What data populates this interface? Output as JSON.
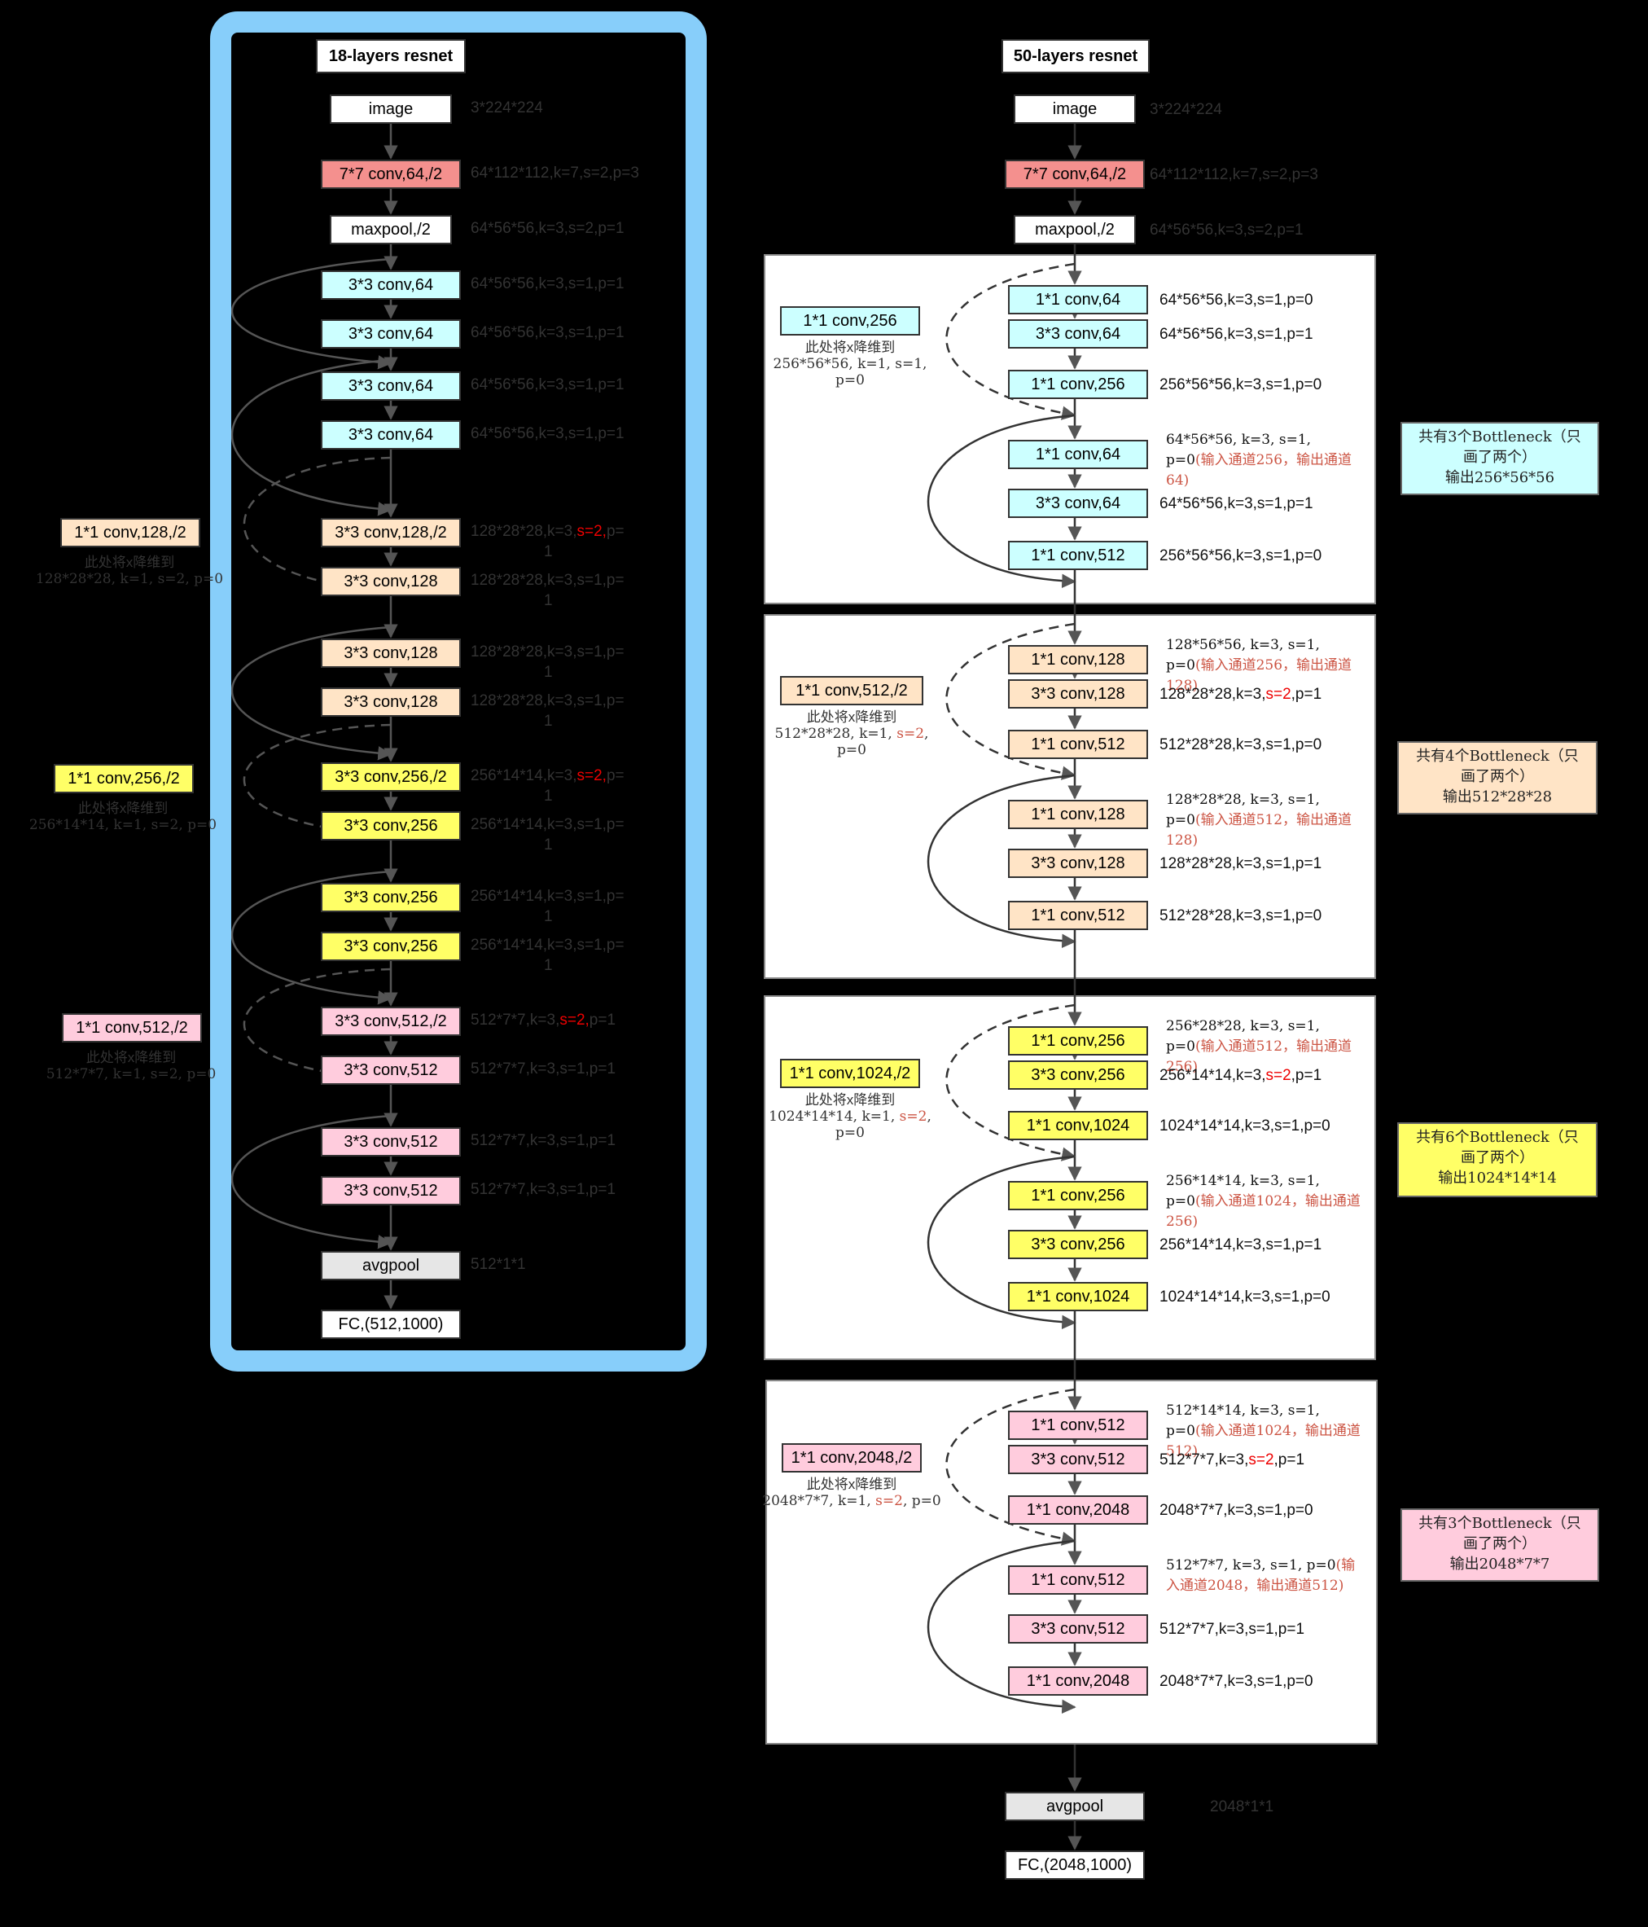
{
  "colors": {
    "red": "#f4908e",
    "cyan": "#ccffff",
    "peach": "#ffe4c6",
    "yellow": "#ffff66",
    "pink": "#ffccdd",
    "white": "#ffffff",
    "gray": "#e6e6e6",
    "highlight": "#87cefa"
  },
  "resnet18": {
    "title": "18-layers resnet",
    "nodes": [
      {
        "label": "image",
        "ann": "3*224*224"
      },
      {
        "label": "7*7 conv,64,/2",
        "ann": "64*112*112,k=7,s=2,p=3"
      },
      {
        "label": "maxpool,/2",
        "ann": "64*56*56,k=3,s=2,p=1"
      },
      {
        "label": "3*3 conv,64",
        "ann": "64*56*56,k=3,s=1,p=1"
      },
      {
        "label": "3*3 conv,64",
        "ann": "64*56*56,k=3,s=1,p=1"
      },
      {
        "label": "3*3 conv,64",
        "ann": "64*56*56,k=3,s=1,p=1"
      },
      {
        "label": "3*3 conv,64",
        "ann": "64*56*56,k=3,s=1,p=1"
      },
      {
        "label": "3*3 conv,128,/2",
        "ann_a": "128*28*28,k=3,",
        "ann_red": "s=2,",
        "ann_b": "p=",
        "ann_c": "1"
      },
      {
        "label": "3*3 conv,128",
        "ann_a": "128*28*28,k=3,s=1,p=",
        "ann_c": "1"
      },
      {
        "label": "3*3 conv,128",
        "ann_a": "128*28*28,k=3,s=1,p=",
        "ann_c": "1"
      },
      {
        "label": "3*3 conv,128",
        "ann_a": "128*28*28,k=3,s=1,p=",
        "ann_c": "1"
      },
      {
        "label": "3*3 conv,256,/2",
        "ann_a": "256*14*14,k=3,",
        "ann_red": "s=2,",
        "ann_b": "p=",
        "ann_c": "1"
      },
      {
        "label": "3*3 conv,256",
        "ann_a": "256*14*14,k=3,s=1,p=",
        "ann_c": "1"
      },
      {
        "label": "3*3 conv,256",
        "ann_a": "256*14*14,k=3,s=1,p=",
        "ann_c": "1"
      },
      {
        "label": "3*3 conv,256",
        "ann_a": "256*14*14,k=3,s=1,p=",
        "ann_c": "1"
      },
      {
        "label": "3*3 conv,512,/2",
        "ann_a": "512*7*7,k=3,",
        "ann_red": "s=2,",
        "ann_b": "p=1"
      },
      {
        "label": "3*3 conv,512",
        "ann": "512*7*7,k=3,s=1,p=1"
      },
      {
        "label": "3*3 conv,512",
        "ann": "512*7*7,k=3,s=1,p=1"
      },
      {
        "label": "3*3 conv,512",
        "ann": "512*7*7,k=3,s=1,p=1"
      },
      {
        "label": "avgpool",
        "ann": "512*1*1"
      },
      {
        "label": "FC,(512,1000)",
        "ann": ""
      }
    ],
    "downsample": [
      {
        "label": "1*1 conv,128,/2",
        "note": "此处将x降维到",
        "dims": "128*28*28, k=1, s=2, p=0"
      },
      {
        "label": "1*1 conv,256,/2",
        "note": "此处将x降维到",
        "dims": "256*14*14, k=1, s=2, p=0"
      },
      {
        "label": "1*1 conv,512,/2",
        "note": "此处将x降维到",
        "dims": "512*7*7, k=1, s=2, p=0"
      }
    ]
  },
  "resnet50": {
    "title": "50-layers resnet",
    "stem": [
      {
        "label": "image",
        "ann": "3*224*224"
      },
      {
        "label": "7*7 conv,64,/2",
        "ann": "64*112*112,k=7,s=2,p=3"
      },
      {
        "label": "maxpool,/2",
        "ann": "64*56*56,k=3,s=2,p=1"
      }
    ],
    "stages": [
      {
        "side": {
          "label": "1*1 conv,256",
          "note": "此处将x降维到",
          "dims_a": "256*56*56, k=1, s=1, p=0",
          "dims_red": "",
          "dims_b": ""
        },
        "nodes": [
          {
            "label": "1*1 conv,64",
            "ann": "64*56*56,k=3,s=1,p=0"
          },
          {
            "label": "3*3 conv,64",
            "ann": "64*56*56,k=3,s=1,p=1"
          },
          {
            "label": "1*1 conv,256",
            "ann": "256*56*56,k=3,s=1,p=0"
          },
          {
            "label": "1*1 conv,64",
            "note_a": "64*56*56, k=3, s=1, p=0",
            "note_b": "(输入通道256，输出通道64)"
          },
          {
            "label": "3*3 conv,64",
            "ann": "64*56*56,k=3,s=1,p=1"
          },
          {
            "label": "1*1 conv,512",
            "ann": "256*56*56,k=3,s=1,p=0"
          }
        ],
        "summary": {
          "line1": "共有3个Bottleneck（只",
          "line2": "画了两个）",
          "line3": "输出256*56*56"
        }
      },
      {
        "side": {
          "label": "1*1 conv,512,/2",
          "note": "此处将x降维到",
          "dims_a": "512*28*28, k=1, ",
          "dims_red": "s=2",
          "dims_b": ", p=0"
        },
        "nodes": [
          {
            "label": "1*1 conv,128",
            "note_a": "128*56*56, k=3, s=1, p=0",
            "note_b": "(输入通道256，输出通道128)"
          },
          {
            "label": "3*3 conv,128",
            "ann_a": "128*28*28,k=3,",
            "ann_red": "s=2",
            "ann_b": ",p=1"
          },
          {
            "label": "1*1 conv,512",
            "ann": "512*28*28,k=3,s=1,p=0"
          },
          {
            "label": "1*1 conv,128",
            "note_a": "128*28*28, k=3, s=1, p=0",
            "note_b": "(输入通道512，输出通道128)"
          },
          {
            "label": "3*3 conv,128",
            "ann": "128*28*28,k=3,s=1,p=1"
          },
          {
            "label": "1*1 conv,512",
            "ann": "512*28*28,k=3,s=1,p=0"
          }
        ],
        "summary": {
          "line1": "共有4个Bottleneck（只",
          "line2": "画了两个）",
          "line3": "输出512*28*28"
        }
      },
      {
        "side": {
          "label": "1*1 conv,1024,/2",
          "note": "此处将x降维到",
          "dims_a": "1024*14*14, k=1, ",
          "dims_red": "s=2",
          "dims_b": ", p=0"
        },
        "nodes": [
          {
            "label": "1*1 conv,256",
            "note_a": "256*28*28, k=3, s=1, p=0",
            "note_b": "(输入通道512，输出通道256)"
          },
          {
            "label": "3*3 conv,256",
            "ann_a": "256*14*14,k=3,",
            "ann_red": "s=2",
            "ann_b": ",p=1"
          },
          {
            "label": "1*1 conv,1024",
            "ann": "1024*14*14,k=3,s=1,p=0"
          },
          {
            "label": "1*1 conv,256",
            "note_a": "256*14*14, k=3, s=1, p=0",
            "note_b": "(输入通道1024，输出通道256)"
          },
          {
            "label": "3*3 conv,256",
            "ann": "256*14*14,k=3,s=1,p=1"
          },
          {
            "label": "1*1 conv,1024",
            "ann": "1024*14*14,k=3,s=1,p=0"
          }
        ],
        "summary": {
          "line1": "共有6个Bottleneck（只",
          "line2": "画了两个）",
          "line3": "输出1024*14*14"
        }
      },
      {
        "side": {
          "label": "1*1 conv,2048,/2",
          "note": "此处将x降维到",
          "dims_a": "2048*7*7, k=1, ",
          "dims_red": "s=2",
          "dims_b": ", p=0"
        },
        "nodes": [
          {
            "label": "1*1 conv,512",
            "note_a": "512*14*14, k=3, s=1, p=0",
            "note_b": "(输入通道1024，输出通道512)"
          },
          {
            "label": "3*3 conv,512",
            "ann_a": "512*7*7,k=3,",
            "ann_red": "s=2",
            "ann_b": ",p=1"
          },
          {
            "label": "1*1 conv,2048",
            "ann": "2048*7*7,k=3,s=1,p=0"
          },
          {
            "label": "1*1 conv,512",
            "note_a": "512*7*7, k=3, s=1, p=0",
            "note_b": "(输入通道2048，输出通道512)"
          },
          {
            "label": "3*3 conv,512",
            "ann": "512*7*7,k=3,s=1,p=1"
          },
          {
            "label": "1*1 conv,2048",
            "ann": "2048*7*7,k=3,s=1,p=0"
          }
        ],
        "summary": {
          "line1": "共有3个Bottleneck（只",
          "line2": "画了两个）",
          "line3": "输出2048*7*7"
        }
      }
    ],
    "tail": [
      {
        "label": "avgpool",
        "ann": "2048*1*1"
      },
      {
        "label": "FC,(2048,1000)",
        "ann": ""
      }
    ]
  }
}
